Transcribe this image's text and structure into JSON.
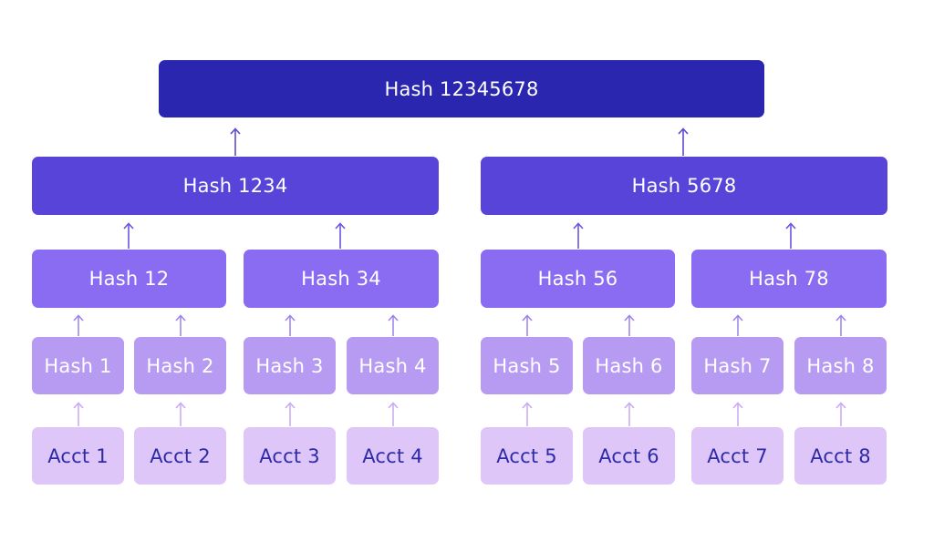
{
  "colors": {
    "root": "#2a26b0",
    "level1": "#5844d9",
    "level2": "#8a6cf2",
    "level3": "#b79bf3",
    "leaf": "#dfc6f9",
    "leaf_text": "#2d2aa6",
    "arrow_dark": "#5b4bd3",
    "arrow_light": "#c6a9f2"
  },
  "tree": {
    "root": {
      "label": "Hash 12345678"
    },
    "level1": [
      {
        "label": "Hash 1234"
      },
      {
        "label": "Hash 5678"
      }
    ],
    "level2": [
      {
        "label": "Hash 12"
      },
      {
        "label": "Hash 34"
      },
      {
        "label": "Hash 56"
      },
      {
        "label": "Hash 78"
      }
    ],
    "hashes": [
      {
        "label": "Hash 1"
      },
      {
        "label": "Hash 2"
      },
      {
        "label": "Hash 3"
      },
      {
        "label": "Hash 4"
      },
      {
        "label": "Hash 5"
      },
      {
        "label": "Hash 6"
      },
      {
        "label": "Hash 7"
      },
      {
        "label": "Hash 8"
      }
    ],
    "accounts": [
      {
        "label": "Acct 1"
      },
      {
        "label": "Acct 2"
      },
      {
        "label": "Acct 3"
      },
      {
        "label": "Acct 4"
      },
      {
        "label": "Acct 5"
      },
      {
        "label": "Acct 6"
      },
      {
        "label": "Acct 7"
      },
      {
        "label": "Acct 8"
      }
    ]
  }
}
